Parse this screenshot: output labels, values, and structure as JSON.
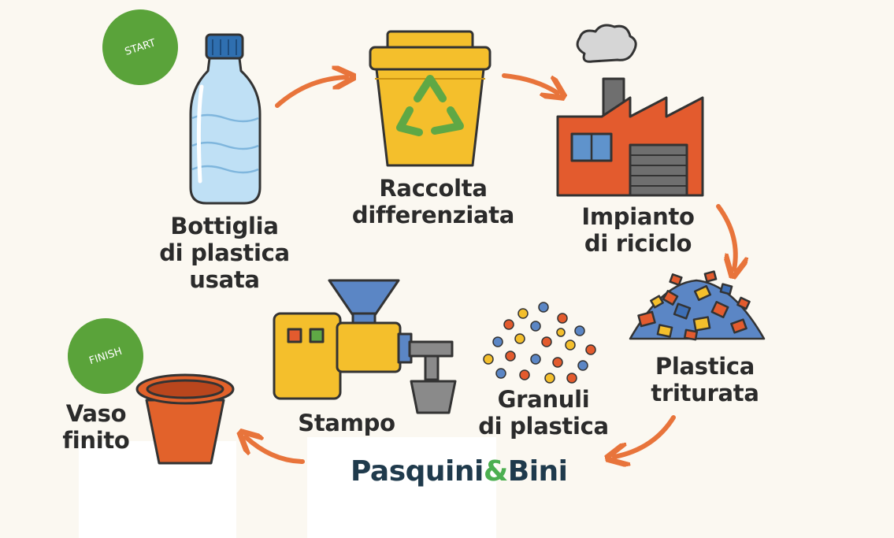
{
  "badges": {
    "start": "START",
    "finish": "FINISH"
  },
  "steps": {
    "bottle": [
      "Bottiglia",
      "di plastica",
      "usata"
    ],
    "collection": [
      "Raccolta",
      "differenziata"
    ],
    "plant": [
      "Impianto",
      "di riciclo"
    ],
    "shredded": [
      "Plastica",
      "triturata"
    ],
    "granules": [
      "Granuli",
      "di plastica"
    ],
    "mold": [
      "Stampo"
    ],
    "pot": [
      "Vaso",
      "finito"
    ]
  },
  "logo": {
    "part1": "Pasquini",
    "amp": "&",
    "part2": "Bini"
  },
  "colors": {
    "arrow": "#e8743b",
    "badge": "#5aa33a",
    "bin": "#f4bf2c",
    "recycle": "#5fa845",
    "factory": "#e35b2e",
    "pot": "#e2622b",
    "logo_text": "#1f3a4c",
    "logo_amp": "#4caf50"
  }
}
